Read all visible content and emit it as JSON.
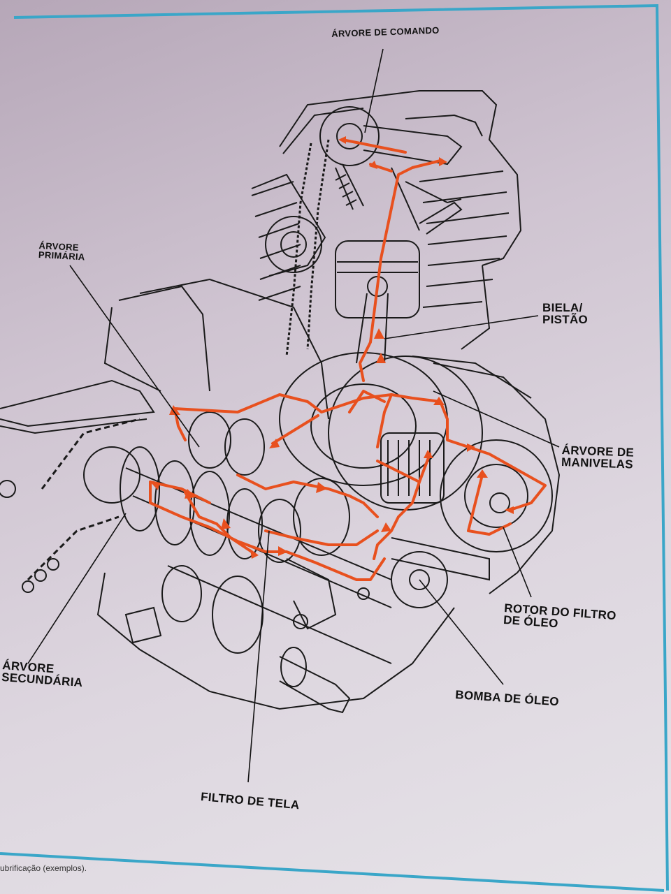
{
  "diagram": {
    "labels": {
      "camshaft": "ÁRVORE DE COMANDO",
      "primary_shaft": [
        "ÁRVORE",
        "PRIMÁRIA"
      ],
      "conrod_piston": [
        "BIELA/",
        "PISTÃO"
      ],
      "crankshaft": [
        "ÁRVORE DE",
        "MANIVELAS"
      ],
      "oil_filter_rotor": [
        "ROTOR DO FILTRO",
        "DE ÓLEO"
      ],
      "oil_pump": "BOMBA DE ÓLEO",
      "secondary_shaft": [
        "ÁRVORE",
        "SECUNDÁRIA"
      ],
      "screen_filter": "FILTRO DE TELA"
    },
    "caption": "ubrificação (exemplos).",
    "colors": {
      "oil_flow": "#e8501e",
      "line_art": "#1a1a1a",
      "border": "#3aa6c8",
      "paper": "#d6ccd8"
    }
  }
}
